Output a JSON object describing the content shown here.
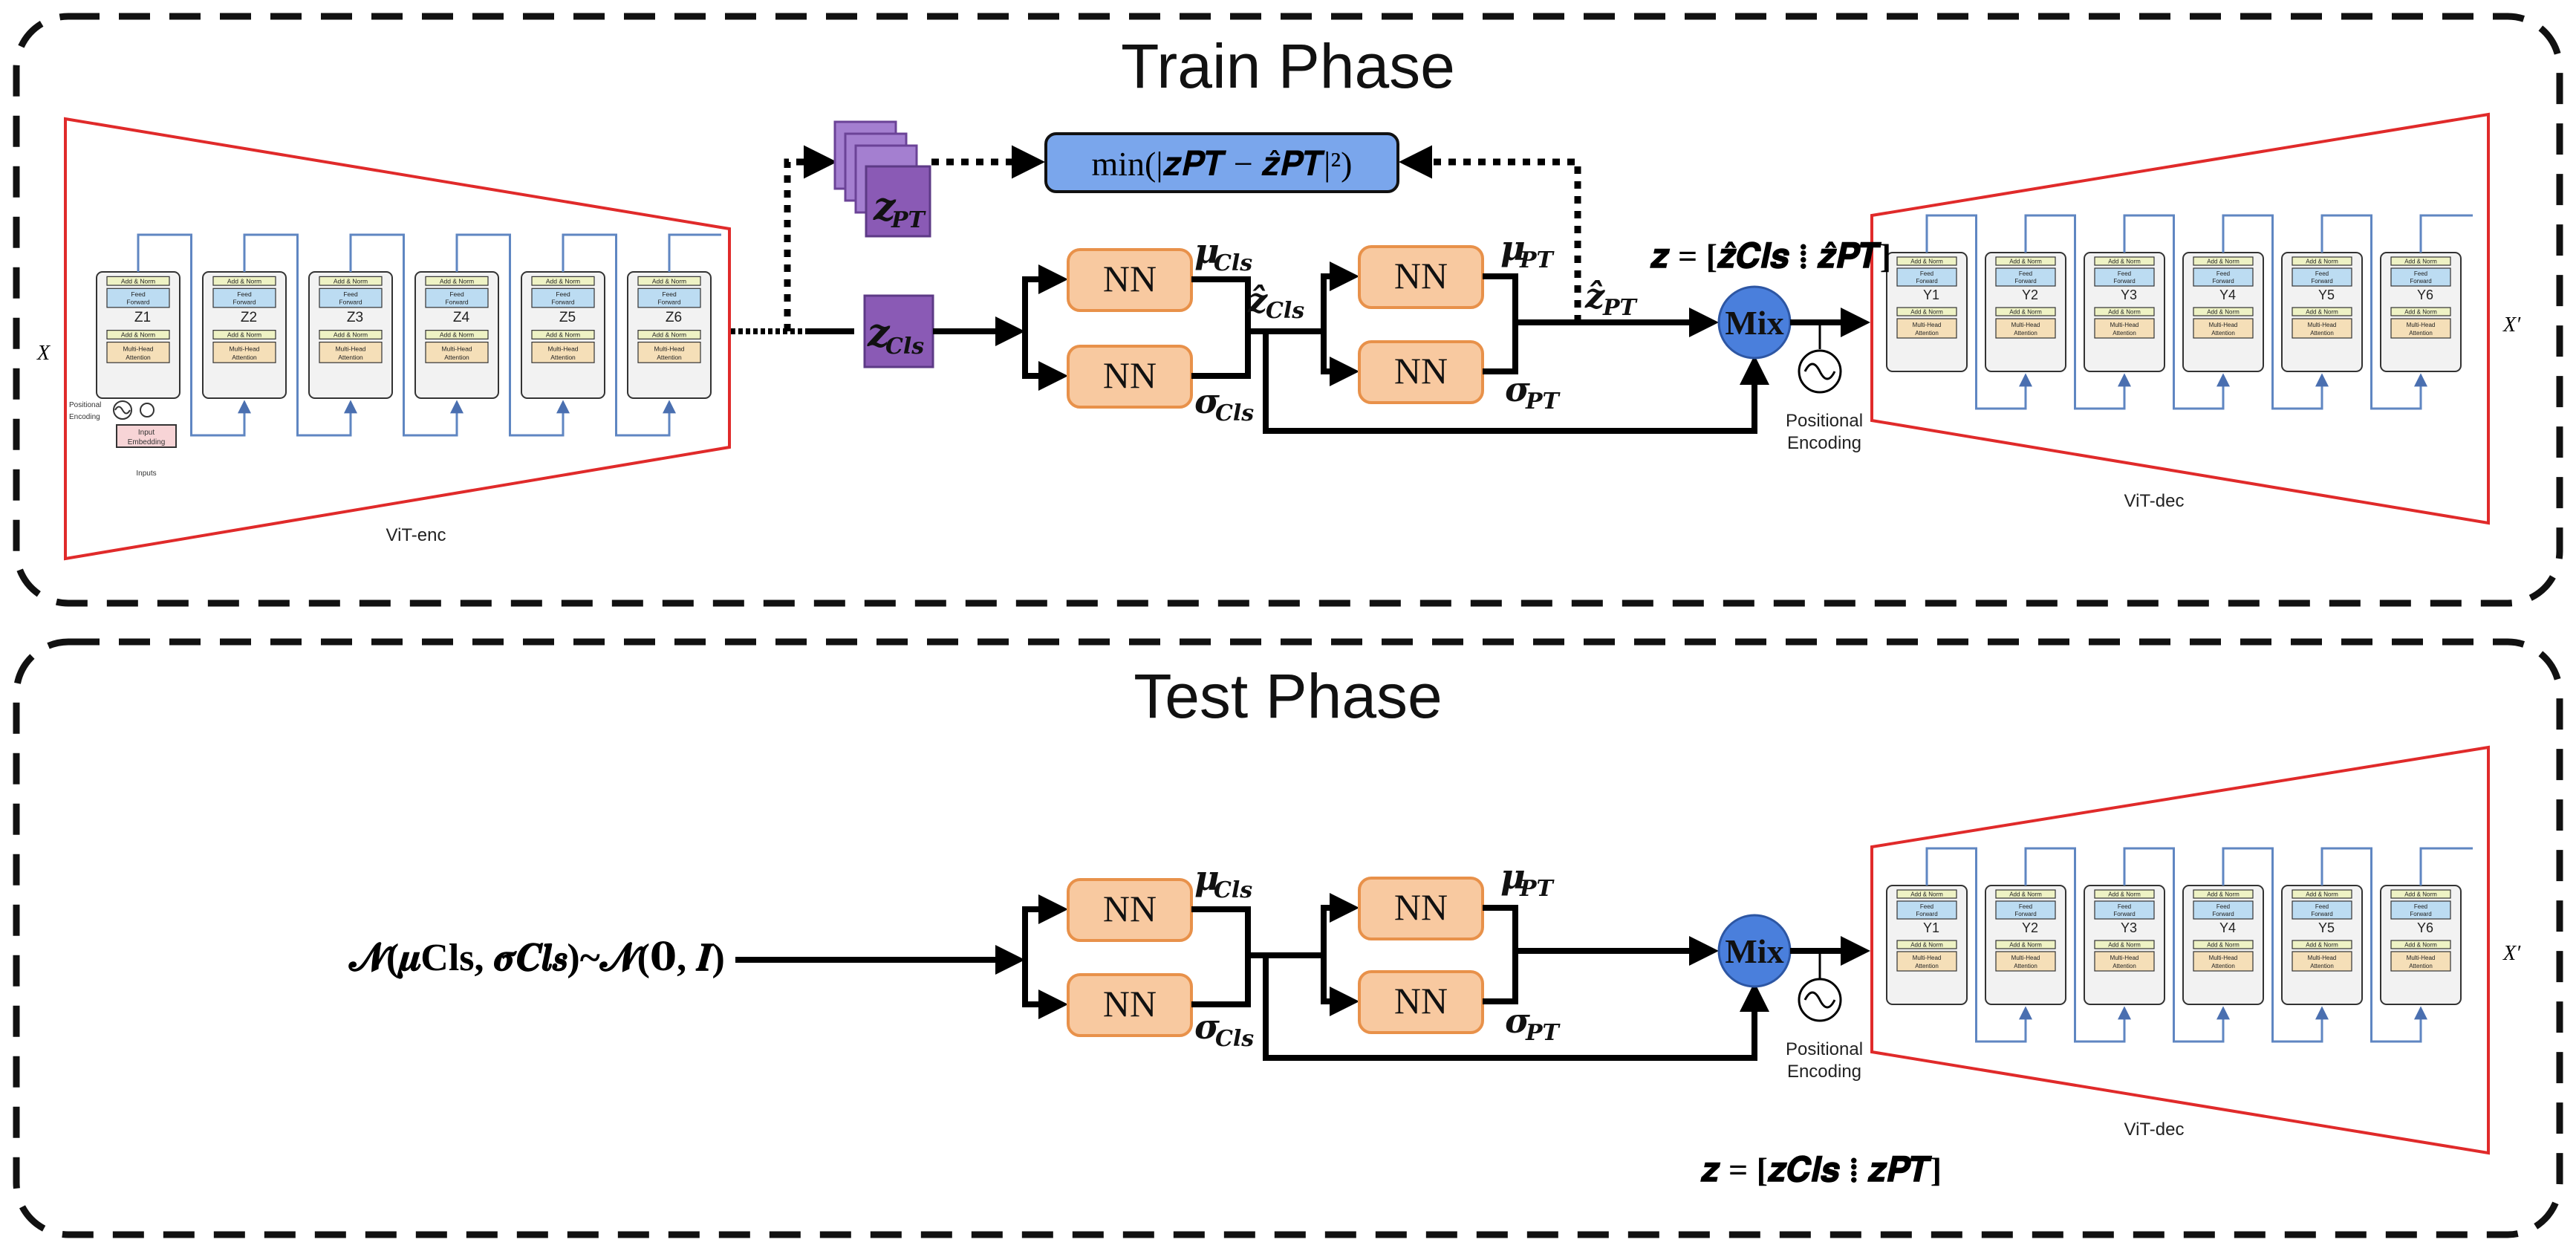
{
  "train": {
    "title": "Train Phase",
    "input_label": "X",
    "output_label": "X′",
    "encoder_label": "ViT-enc",
    "decoder_label": "ViT-dec",
    "z_cls": "𝒛",
    "z_cls_sub": "𝑪𝒍𝒔",
    "z_pt": "𝒛",
    "z_pt_sub": "𝑷𝑻",
    "loss": "min(|𝒛𝑷𝑻 − 𝒛̂𝑷𝑻|²)",
    "nn_label": "NN",
    "mu_cls": "𝝁",
    "mu_cls_sub": "𝑪𝒍𝒔",
    "sigma_cls": "𝝈",
    "sigma_cls_sub": "𝑪𝒍𝒔",
    "zhat_cls": "𝒛̂",
    "zhat_cls_sub": "𝑪𝒍𝒔",
    "mu_pt": "𝝁",
    "mu_pt_sub": "𝑷𝑻",
    "sigma_pt": "𝝈",
    "sigma_pt_sub": "𝑷𝑻",
    "zhat_pt": "𝒛̂",
    "zhat_pt_sub": "𝑷𝑻",
    "mix_label": "Mix",
    "pos_enc_label_1": "Positional",
    "pos_enc_label_2": "Encoding",
    "z_concat": "𝒛 = [𝒛̂𝑪𝒍𝒔 ⁞ 𝒛̂𝑷𝑻]",
    "enc_block_z": [
      "Z1",
      "Z2",
      "Z3",
      "Z4",
      "Z5",
      "Z6"
    ],
    "enc_pos_label_1": "Positional",
    "enc_pos_label_2": "Encoding",
    "enc_input_emb_1": "Input",
    "enc_input_emb_2": "Embedding",
    "enc_inputs": "Inputs"
  },
  "test": {
    "title": "Test Phase",
    "prior": "𝓝(𝝁Cls, 𝝈𝑪𝒍𝒔)~𝓝(𝟎, 𝑰)",
    "output_label": "X′",
    "decoder_label": "ViT-dec",
    "nn_label": "NN",
    "mu_cls": "𝝁",
    "mu_cls_sub": "𝑪𝒍𝒔",
    "sigma_cls": "𝝈",
    "sigma_cls_sub": "𝑪𝒍𝒔",
    "mu_pt": "𝝁",
    "mu_pt_sub": "𝑷𝑻",
    "sigma_pt": "𝝈",
    "sigma_pt_sub": "𝑷𝑻",
    "mix_label": "Mix",
    "pos_enc_label_1": "Positional",
    "pos_enc_label_2": "Encoding",
    "z_concat": "𝒛 = [𝒛𝑪𝒍𝒔 ⁞ 𝒛𝑷𝑻]"
  },
  "block": {
    "add_norm": "Add & Norm",
    "feed_forward_1": "Feed",
    "feed_forward_2": "Forward",
    "mha_1": "Multi-Head",
    "mha_2": "Attention"
  },
  "dec_block_y": [
    "Y1",
    "Y2",
    "Y3",
    "Y4",
    "Y5",
    "Y6"
  ],
  "colors": {
    "border": "#111111",
    "trapezoid": "#e02a2a",
    "nn_fill": "#f8c9a0",
    "nn_stroke": "#e8914a",
    "mix_fill": "#4a7fdc",
    "loss_fill": "#7aa6ec",
    "latent_fill": "#8a5ab5",
    "skip_line": "#5f86c2",
    "ff_fill": "#bcdcf2",
    "mha_fill": "#f5dfb8",
    "addnorm_fill": "#eef2c4"
  }
}
